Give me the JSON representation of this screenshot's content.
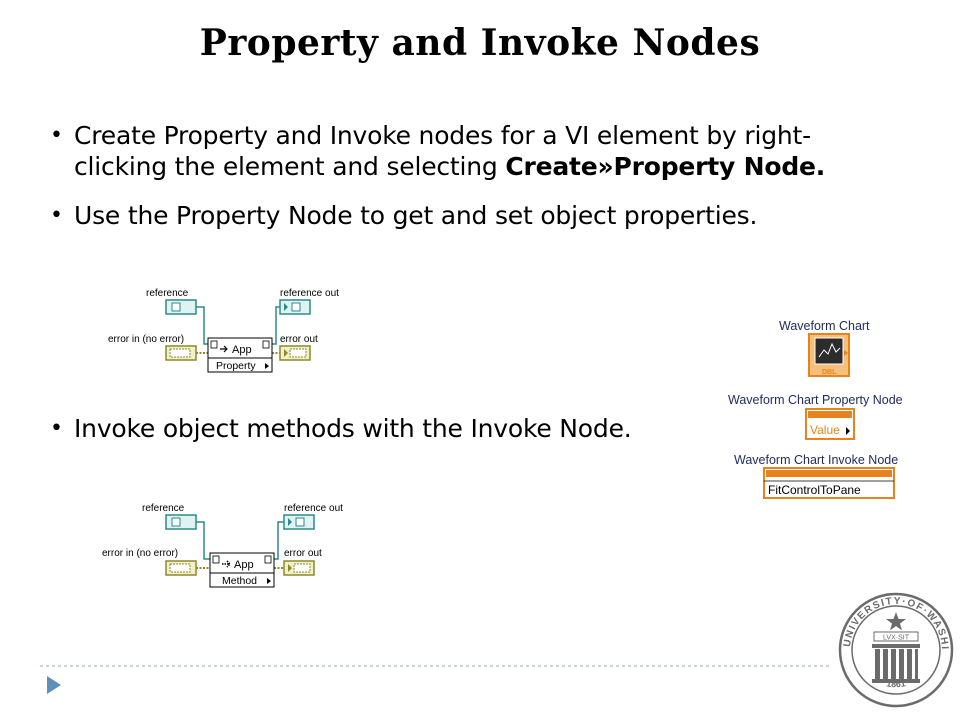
{
  "slide": {
    "title": "Property and Invoke Nodes",
    "bullets": [
      {
        "lines": [
          "Create Property and Invoke nodes for a VI element by right-",
          "clicking the element and selecting "
        ],
        "bold": "Create»Property Node."
      },
      {
        "lines": [
          "Use the Property Node to get and set object properties."
        ]
      },
      {
        "lines": [
          "Invoke object methods with the Invoke Node."
        ]
      }
    ]
  },
  "property_diagram": {
    "reference": "reference",
    "reference_out": "reference out",
    "error_in": "error in (no error)",
    "error_out": "error out",
    "app": "App",
    "node_label": "Property"
  },
  "invoke_diagram": {
    "reference": "reference",
    "reference_out": "reference out",
    "error_in": "error in (no error)",
    "error_out": "error out",
    "app": "App",
    "node_label": "Method"
  },
  "right_panel": {
    "waveform_chart": "Waveform Chart",
    "chart_icon_text": "DBL",
    "property_node_title": "Waveform Chart Property Node",
    "property_node_value": "Value",
    "invoke_node_title": "Waveform Chart Invoke Node",
    "invoke_node_method": "FitControlToPane"
  },
  "seal": {
    "top_text": "UNIVERSITY·OF·WASHINGTON",
    "motto": "LVX·SIT",
    "year": "1861"
  },
  "colors": {
    "refcyan": "#2e8a8a",
    "errorgreen": "#8a8a2a",
    "wire": "#2e8a8a",
    "orange": "#e8821e",
    "seal": "#6b6b6b",
    "nav_triangle": "#5f8fb8"
  }
}
